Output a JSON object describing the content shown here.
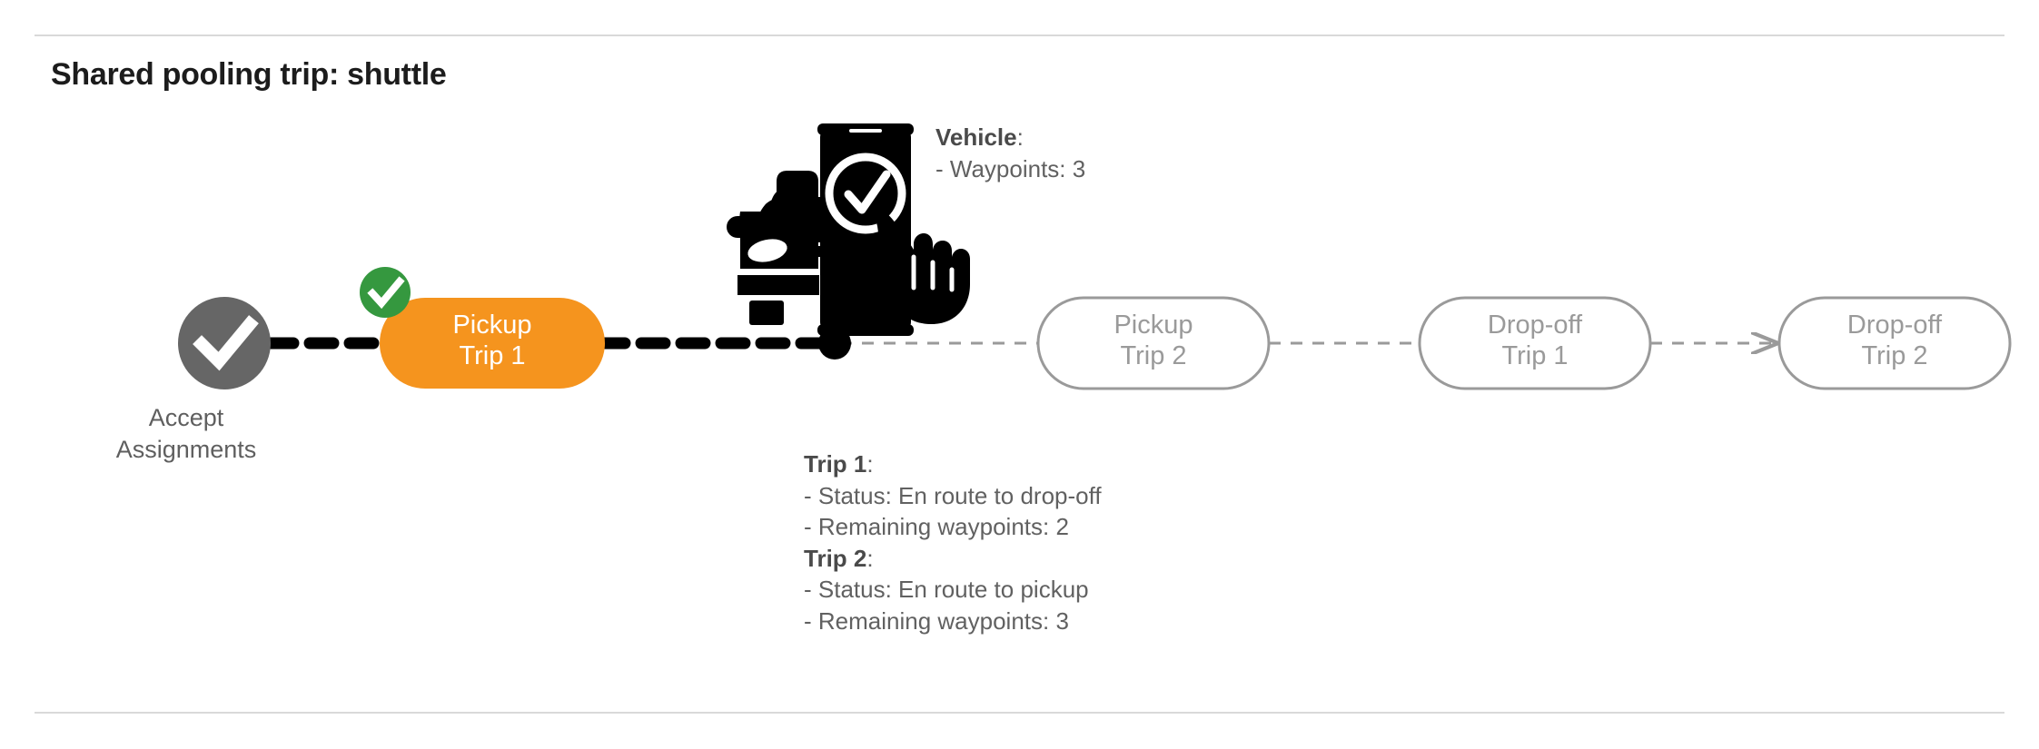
{
  "page": {
    "title": "Shared pooling trip: shuttle",
    "background": "#ffffff",
    "divider_color": "#d9d9d9"
  },
  "colors": {
    "active_pill": "#f5941e",
    "active_pill_text": "#ffffff",
    "idle_pill_border": "#9a9a9a",
    "idle_pill_text": "#9a9a9a",
    "completed_node": "#666666",
    "success_badge": "#35983f",
    "traveled_path": "#000000",
    "upcoming_path": "#9a9a9a",
    "annotation_text": "#616161",
    "title_text": "#1c1c1c"
  },
  "nodes": [
    {
      "id": "accept-assignments",
      "type": "completed-circle",
      "icon": "check-icon",
      "label_line1": "Accept",
      "label_line2": "Assignments",
      "state": "completed"
    },
    {
      "id": "pickup-trip-1",
      "type": "pill",
      "line1": "Pickup",
      "line2": "Trip 1",
      "state": "completed",
      "badge": "check-badge-icon"
    },
    {
      "id": "pickup-trip-2",
      "type": "pill",
      "line1": "Pickup",
      "line2": "Trip 2",
      "state": "upcoming"
    },
    {
      "id": "dropoff-trip-1",
      "type": "pill",
      "line1": "Drop-off",
      "line2": "Trip 1",
      "state": "upcoming"
    },
    {
      "id": "dropoff-trip-2",
      "type": "pill",
      "line1": "Drop-off",
      "line2": "Trip 2",
      "state": "upcoming"
    }
  ],
  "vehicle_marker": {
    "icon": "car-phone-check-icon",
    "heading": "Vehicle",
    "heading_suffix": ":",
    "details": [
      "- Waypoints: 3"
    ]
  },
  "trip_details": [
    {
      "heading": "Trip 1",
      "heading_suffix": ":",
      "rows": [
        "- Status:  En route to drop-off",
        "- Remaining waypoints: 2"
      ]
    },
    {
      "heading": "Trip 2",
      "heading_suffix": ":",
      "rows": [
        "- Status:  En route to pickup",
        "- Remaining waypoints: 3"
      ]
    }
  ]
}
